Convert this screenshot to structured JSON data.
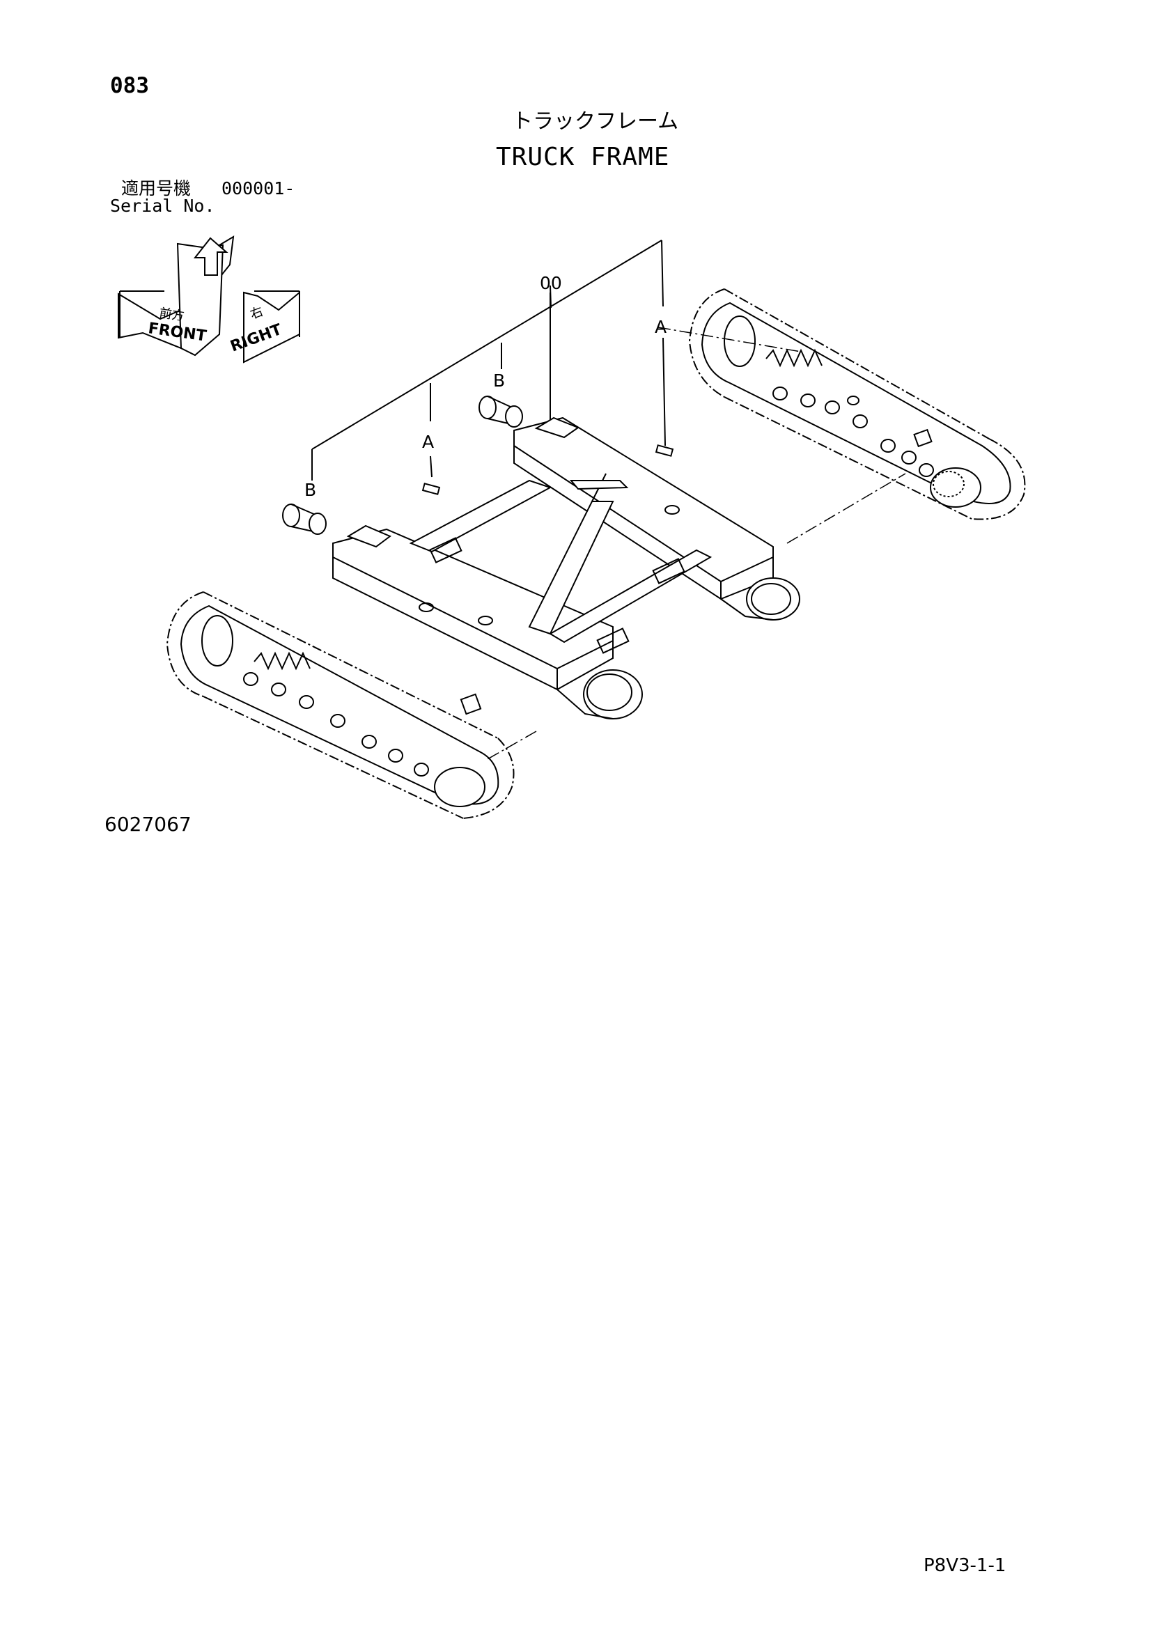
{
  "page_number": "083",
  "title_jp": "トラックフレーム",
  "title_en": "TRUCK FRAME",
  "serial_label_jp": "適用号機",
  "serial_value": "000001-",
  "serial_label_en": "Serial No.",
  "orientation_labels": {
    "front_jp": "前方",
    "front_en": "FRONT",
    "right_jp": "右",
    "right_en": "RIGHT"
  },
  "callouts": {
    "main": "00",
    "a_top": "A",
    "a_left": "A",
    "b_top": "B",
    "b_left": "B"
  },
  "figure_number": "6027067",
  "page_code": "P8V3-1-1"
}
